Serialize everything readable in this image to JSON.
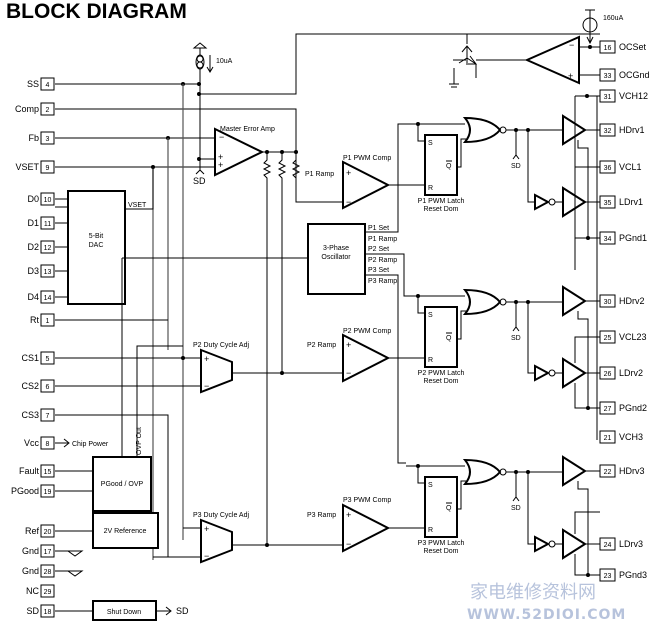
{
  "title": "BLOCK DIAGRAM",
  "current_sources": {
    "top_left": "10uA",
    "top_right": "160uA"
  },
  "left_pins": [
    {
      "name": "SS",
      "num": "4"
    },
    {
      "name": "Comp",
      "num": "2"
    },
    {
      "name": "Fb",
      "num": "3"
    },
    {
      "name": "VSET",
      "num": "9"
    },
    {
      "name": "D0",
      "num": "10"
    },
    {
      "name": "D1",
      "num": "11"
    },
    {
      "name": "D2",
      "num": "12"
    },
    {
      "name": "D3",
      "num": "13"
    },
    {
      "name": "D4",
      "num": "14"
    },
    {
      "name": "Rt",
      "num": "1"
    },
    {
      "name": "CS1",
      "num": "5"
    },
    {
      "name": "CS2",
      "num": "6"
    },
    {
      "name": "CS3",
      "num": "7"
    },
    {
      "name": "Vcc",
      "num": "8"
    },
    {
      "name": "Fault",
      "num": "15"
    },
    {
      "name": "PGood",
      "num": "19"
    },
    {
      "name": "Ref",
      "num": "20"
    },
    {
      "name": "Gnd",
      "num": "17"
    },
    {
      "name": "Gnd",
      "num": "28"
    },
    {
      "name": "NC",
      "num": "29"
    },
    {
      "name": "SD",
      "num": "18"
    }
  ],
  "right_pins": [
    {
      "name": "OCSet",
      "num": "16"
    },
    {
      "name": "OCGnd",
      "num": "33"
    },
    {
      "name": "VCH12",
      "num": "31"
    },
    {
      "name": "HDrv1",
      "num": "32"
    },
    {
      "name": "VCL1",
      "num": "36"
    },
    {
      "name": "LDrv1",
      "num": "35"
    },
    {
      "name": "PGnd1",
      "num": "34"
    },
    {
      "name": "HDrv2",
      "num": "30"
    },
    {
      "name": "VCL23",
      "num": "25"
    },
    {
      "name": "LDrv2",
      "num": "26"
    },
    {
      "name": "PGnd2",
      "num": "27"
    },
    {
      "name": "VCH3",
      "num": "21"
    },
    {
      "name": "HDrv3",
      "num": "22"
    },
    {
      "name": "LDrv3",
      "num": "24"
    },
    {
      "name": "PGnd3",
      "num": "23"
    }
  ],
  "blocks": {
    "dac_line1": "5-Bit",
    "dac_line2": "DAC",
    "dac_out": "VSET",
    "osc_line1": "3-Phase",
    "osc_line2": "Oscillator",
    "osc_outputs": [
      "P1 Set",
      "P1 Ramp",
      "P2 Set",
      "P2 Ramp",
      "P3 Set",
      "P3 Ramp"
    ],
    "pgood": "PGood / OVP",
    "ovp_out": "OVP Out",
    "ref": "2V Reference",
    "shutdown": "Shut Down",
    "chip_power": "Chip Power",
    "sd_out": "SD"
  },
  "amplifiers": {
    "master": "Master Error Amp",
    "p1_comp": "P1 PWM Comp",
    "p2_comp": "P2 PWM Comp",
    "p3_comp": "P3 PWM Comp",
    "p2_adj": "P2 Duty Cycle Adj",
    "p3_adj": "P3 Duty Cycle Adj",
    "p1_ramp": "P1 Ramp",
    "p2_ramp": "P2 Ramp",
    "p3_ramp": "P3 Ramp"
  },
  "latches": [
    {
      "line1": "P1 PWM Latch",
      "line2": "Reset Dom"
    },
    {
      "line1": "P2 PWM Latch",
      "line2": "Reset Dom"
    },
    {
      "line1": "P3 PWM Latch",
      "line2": "Reset Dom"
    }
  ],
  "latch_pins": {
    "s": "S",
    "r": "R",
    "q": "Q"
  },
  "sd_label": "SD",
  "watermark": {
    "cn": "家电维修资料网",
    "url": "WWW.52DIOI.COM"
  }
}
